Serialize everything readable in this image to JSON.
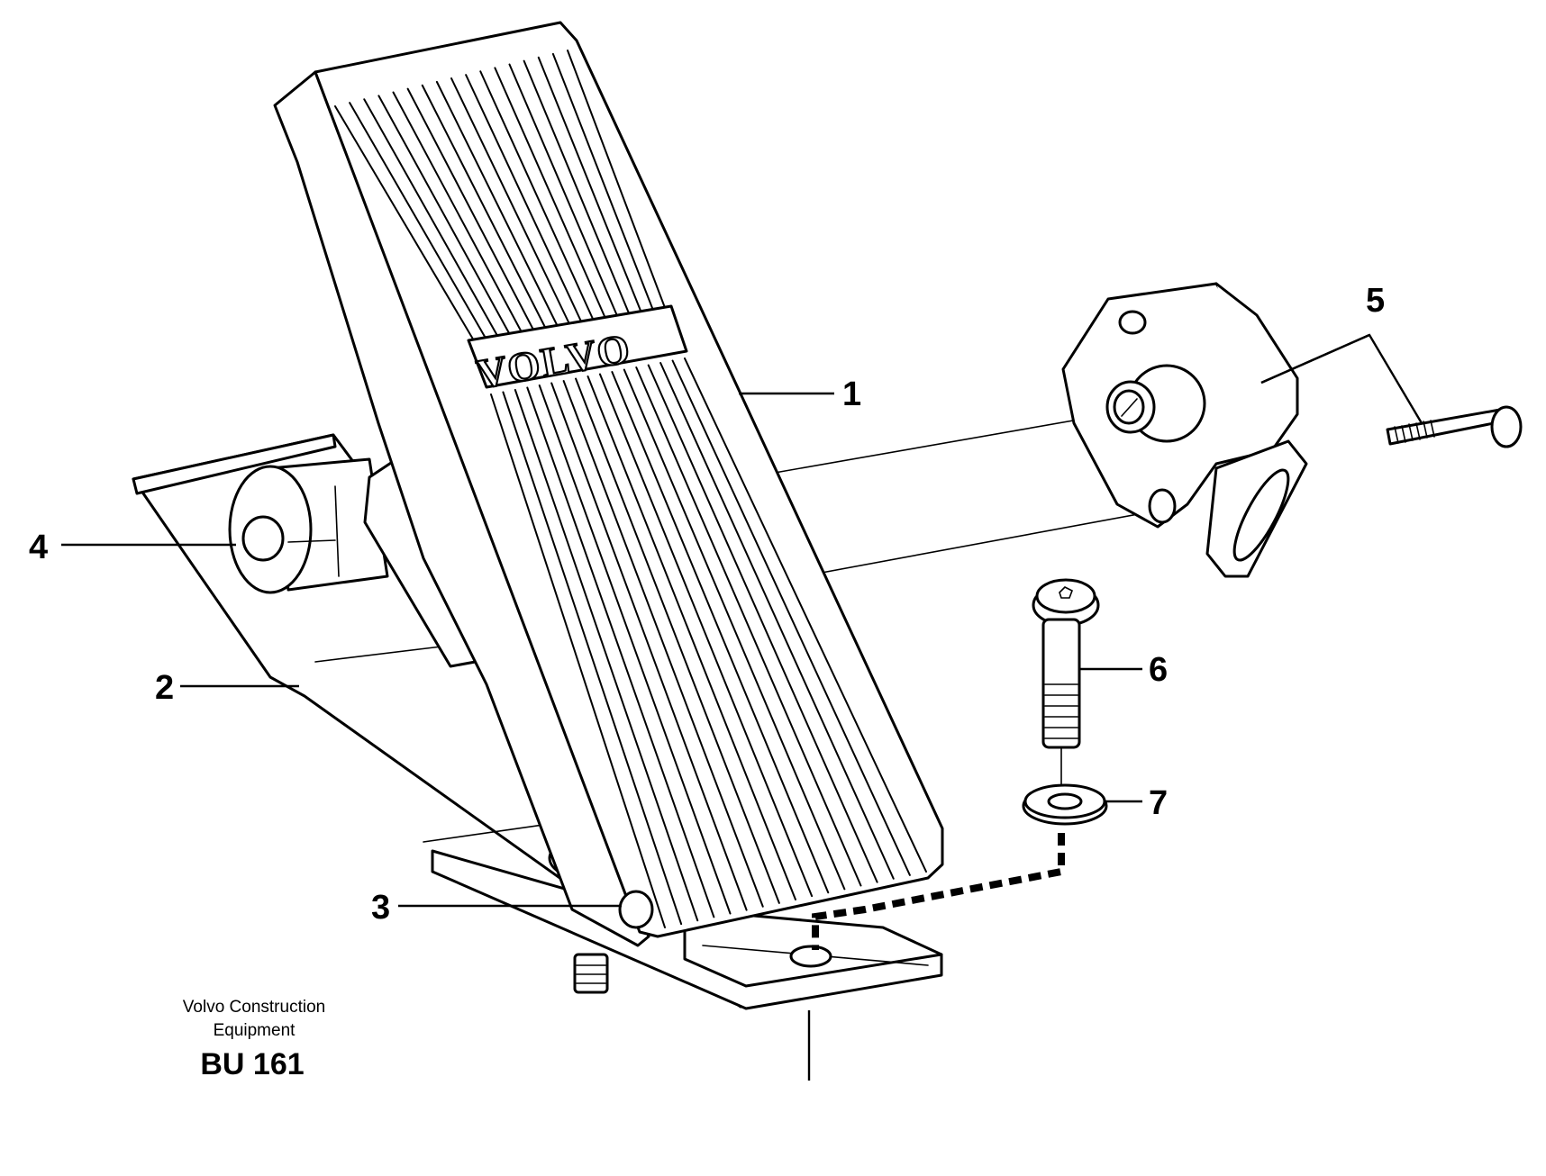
{
  "callouts": {
    "c1": "1",
    "c2": "2",
    "c3": "3",
    "c4": "4",
    "c5": "5",
    "c6": "6",
    "c7": "7"
  },
  "logo": "VOLVO",
  "caption": {
    "line1": "Volvo Construction",
    "line2": "Equipment",
    "code": "BU 161"
  }
}
